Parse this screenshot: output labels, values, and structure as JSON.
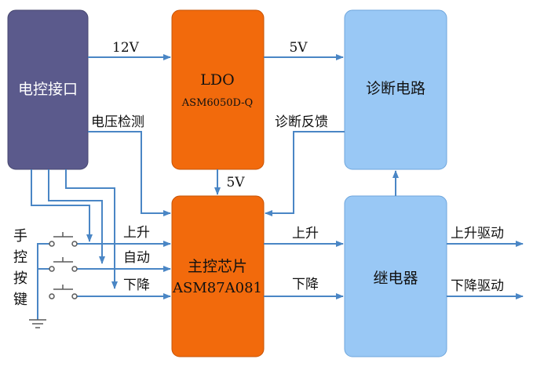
{
  "blocks": {
    "ecu_interface": {
      "label": "电控接口"
    },
    "ldo": {
      "label": "LDO",
      "part": "ASM6050D-Q"
    },
    "diagnostic": {
      "label": "诊断电路"
    },
    "main_chip": {
      "label": "主控芯片",
      "part": "ASM87A081"
    },
    "relay": {
      "label": "继电器"
    }
  },
  "signals": {
    "v12": "12V",
    "v5_ldo_to_diag": "5V",
    "v5_ldo_to_chip": "5V",
    "voltage_detect": "电压检测",
    "diag_feedback": "诊断反馈",
    "chip_up": "上升",
    "chip_down": "下降",
    "up_drive": "上升驱动",
    "down_drive": "下降驱动"
  },
  "buttons": {
    "group_label": [
      "手",
      "控",
      "按",
      "键"
    ],
    "up": "上升",
    "auto": "自动",
    "down": "下降"
  },
  "colors": {
    "ecu_fill": "#5b5a8c",
    "ldo_fill": "#f26a0c",
    "diag_fill": "#99c8f5",
    "line": "#4a86c5"
  }
}
